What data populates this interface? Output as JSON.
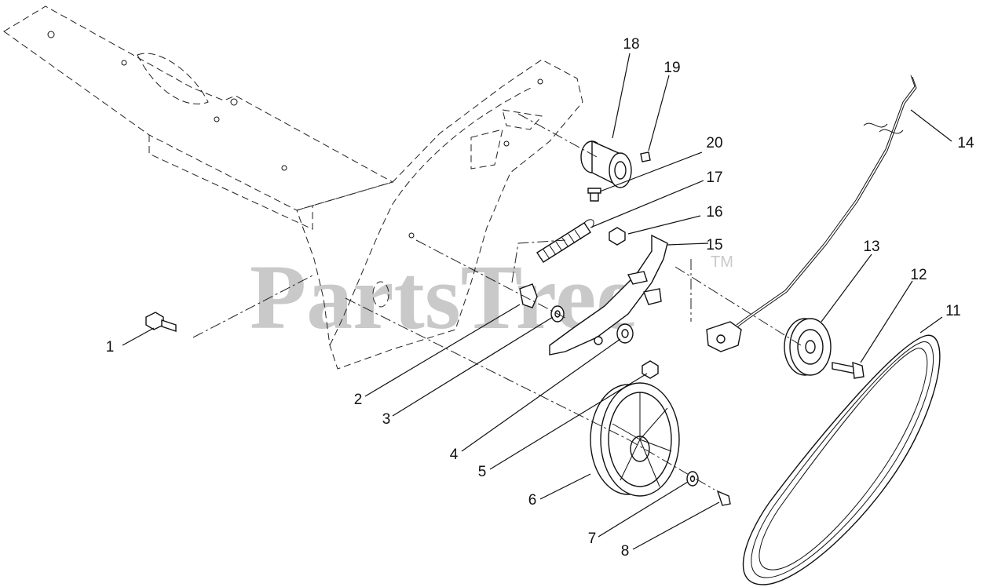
{
  "watermark": {
    "text": "PartsTree",
    "trademark": "TM"
  },
  "callouts": [
    {
      "id": "1",
      "label": "1"
    },
    {
      "id": "2",
      "label": "2"
    },
    {
      "id": "3",
      "label": "3"
    },
    {
      "id": "4",
      "label": "4"
    },
    {
      "id": "5",
      "label": "5"
    },
    {
      "id": "6",
      "label": "6"
    },
    {
      "id": "7",
      "label": "7"
    },
    {
      "id": "8",
      "label": "8"
    },
    {
      "id": "11",
      "label": "11"
    },
    {
      "id": "12",
      "label": "12"
    },
    {
      "id": "13",
      "label": "13"
    },
    {
      "id": "14",
      "label": "14"
    },
    {
      "id": "15",
      "label": "15"
    },
    {
      "id": "16",
      "label": "16"
    },
    {
      "id": "17",
      "label": "17"
    },
    {
      "id": "18",
      "label": "18"
    },
    {
      "id": "19",
      "label": "19"
    },
    {
      "id": "20",
      "label": "20"
    }
  ]
}
